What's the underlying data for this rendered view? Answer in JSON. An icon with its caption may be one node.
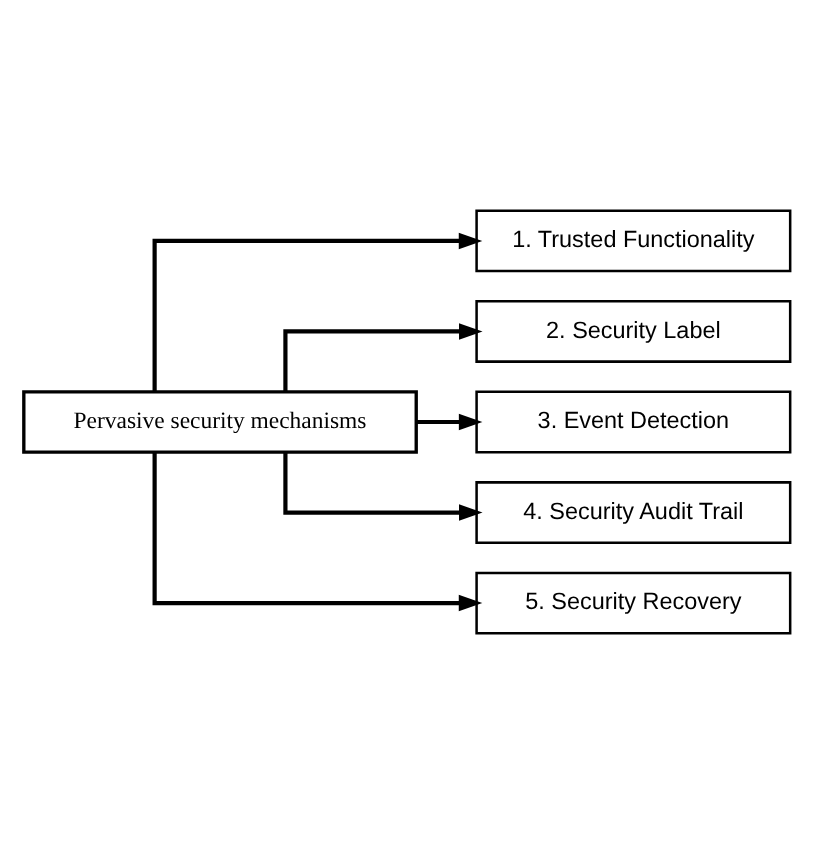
{
  "diagram": {
    "nodes": [
      {
        "text": [
          "Pervasive security mechanisms"
        ]
      },
      {
        "text": [
          "1. Trusted Functionality"
        ]
      },
      {
        "text": [
          "2. Security Label"
        ]
      },
      {
        "text": [
          "3. Event Detection"
        ]
      },
      {
        "text": [
          "4. Security Audit Trail"
        ]
      },
      {
        "text": [
          "5. Security Recovery"
        ]
      }
    ],
    "edges": [
      {
        "from": 0,
        "to": 1,
        "arrow": "to"
      },
      {
        "from": 0,
        "to": 2,
        "arrow": "to"
      },
      {
        "from": 0,
        "to": 3,
        "arrow": "to"
      },
      {
        "from": 0,
        "to": 4,
        "arrow": "to"
      },
      {
        "from": 0,
        "to": 5,
        "arrow": "to"
      }
    ]
  }
}
